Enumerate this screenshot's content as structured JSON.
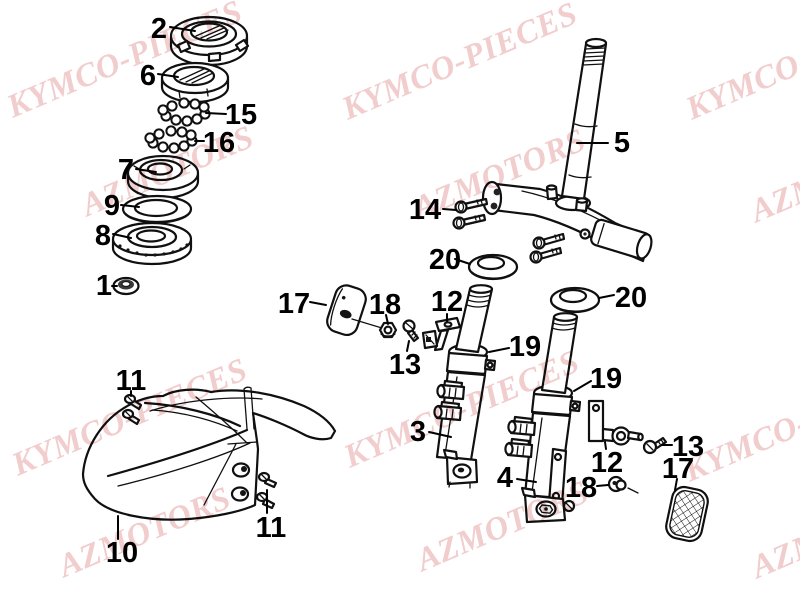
{
  "page": {
    "background_color": "#ffffff"
  },
  "colors": {
    "line": "#101010",
    "watermark": "#f1cdcd"
  },
  "watermarks": {
    "brand_primary": "KYMCO-PIECES",
    "brand_secondary": "AZMOTORS"
  },
  "diagram": {
    "kind": "exploded-parts-diagram",
    "subject": "front fork, steering stem and front fender",
    "callouts": [
      {
        "part": "2"
      },
      {
        "part": "6"
      },
      {
        "part": "15"
      },
      {
        "part": "16"
      },
      {
        "part": "7"
      },
      {
        "part": "9"
      },
      {
        "part": "8"
      },
      {
        "part": "1"
      },
      {
        "part": "5"
      },
      {
        "part": "14"
      },
      {
        "part": "20"
      },
      {
        "part": "20"
      },
      {
        "part": "17"
      },
      {
        "part": "18"
      },
      {
        "part": "12"
      },
      {
        "part": "13"
      },
      {
        "part": "19"
      },
      {
        "part": "3"
      },
      {
        "part": "19"
      },
      {
        "part": "12"
      },
      {
        "part": "13"
      },
      {
        "part": "17"
      },
      {
        "part": "4"
      },
      {
        "part": "18"
      },
      {
        "part": "11"
      },
      {
        "part": "11"
      },
      {
        "part": "10"
      }
    ]
  }
}
